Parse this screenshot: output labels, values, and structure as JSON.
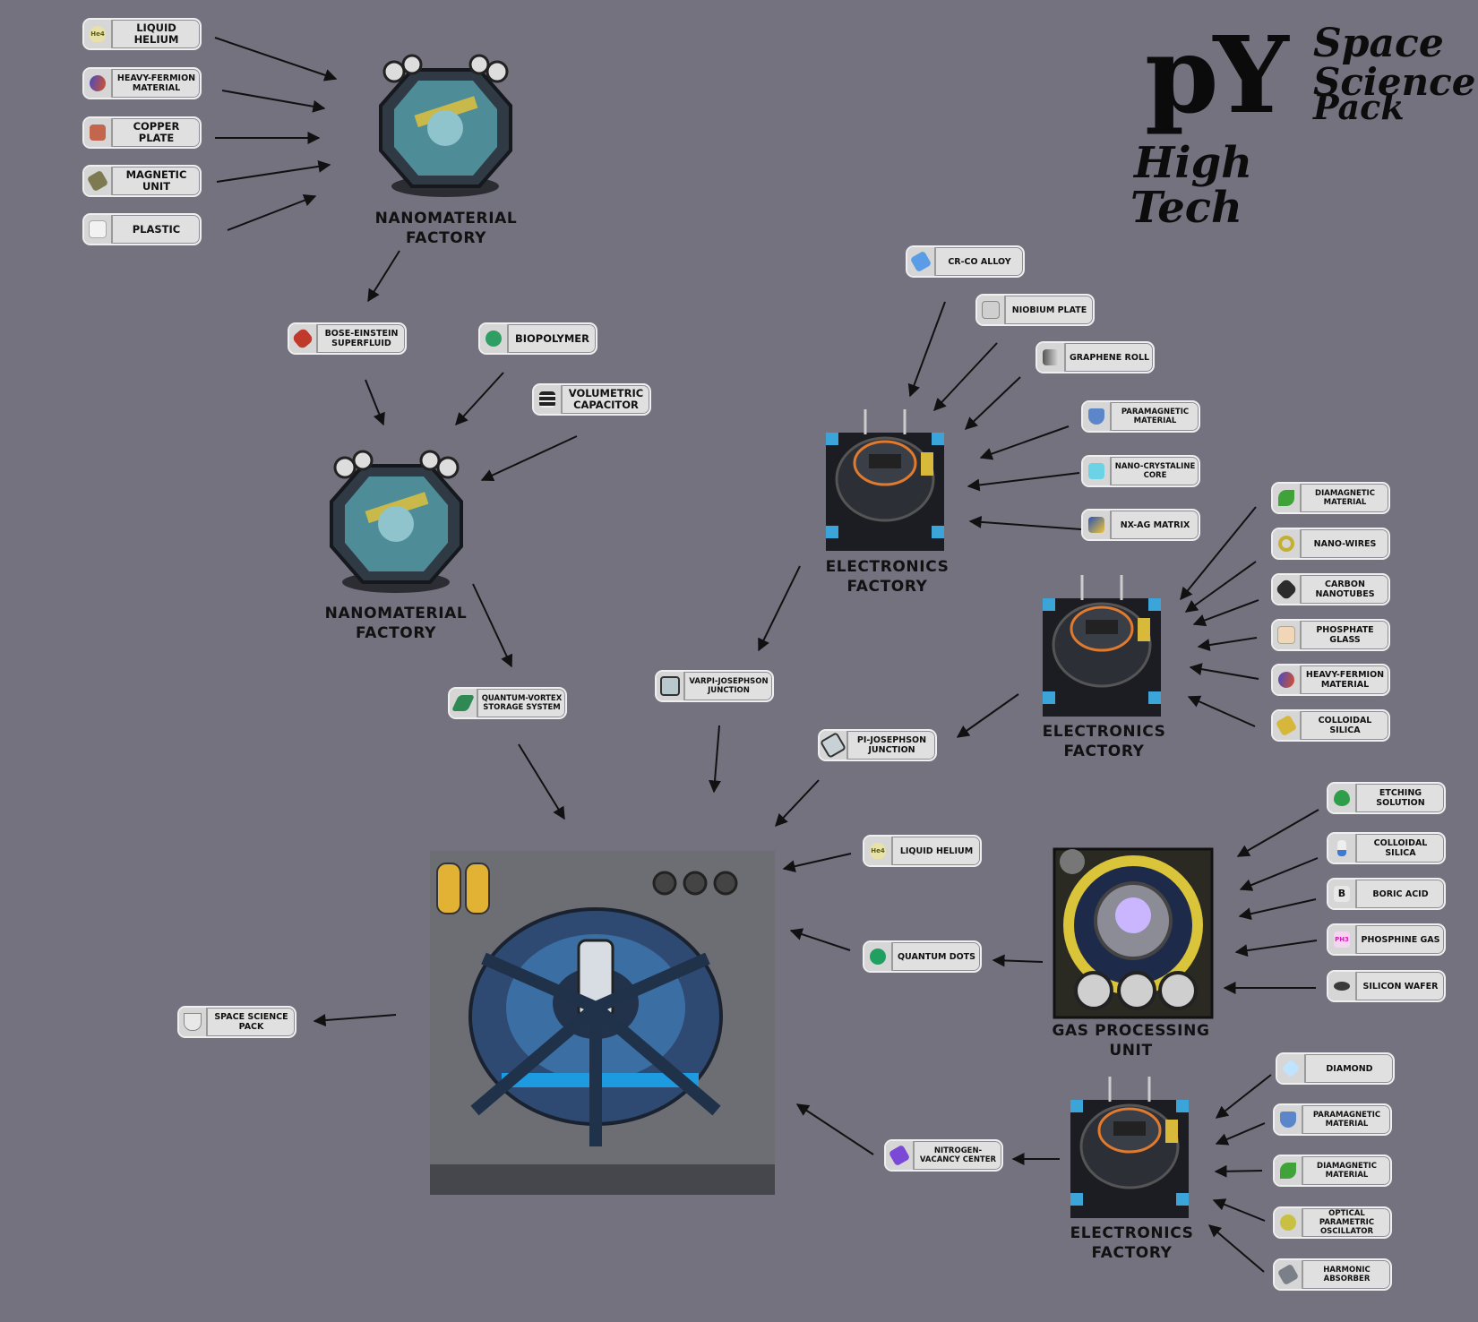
{
  "title": {
    "logo": "pY",
    "line1": "High",
    "line2": "Tech",
    "pack1": "Space",
    "pack2": "Science",
    "pack3": "Pack"
  },
  "machines": {
    "nano1": "Nanomaterial\nFactory",
    "nano2": "Nanomaterial\nFactory",
    "elec1": "Electronics\nFactory",
    "elec2": "Electronics\nFactory",
    "elec3": "Electronics\nFactory",
    "gas": "Gas Processing Unit"
  },
  "items": {
    "liquid_helium_1": "Liquid Helium",
    "heavy_fermion_1": "Heavy-Fermion Material",
    "copper_plate": "Copper Plate",
    "magnetic_unit": "Magnetic Unit",
    "plastic": "Plastic",
    "bose_einstein": "Bose-Einstein Superfluid",
    "biopolymer": "Biopolymer",
    "volumetric_capacitor": "Volumetric Capacitor",
    "quantum_vortex": "Quantum-Vortex Storage System",
    "varpi_josephson": "Varpi-Josephson Junction",
    "pi_josephson": "Pi-Josephson Junction",
    "cr_co_alloy": "Cr-Co Alloy",
    "niobium_plate": "Niobium Plate",
    "graphene_roll": "Graphene Roll",
    "paramagnetic_1": "Paramagnetic Material",
    "nano_crystaline": "Nano-Crystaline Core",
    "nx_ag_matrix": "Nx-Ag Matrix",
    "diamagnetic_1": "Diamagnetic Material",
    "nano_wires": "Nano-Wires",
    "carbon_nanotubes": "Carbon Nanotubes",
    "phosphate_glass": "Phosphate Glass",
    "heavy_fermion_2": "Heavy-Fermion Material",
    "colloidal_silica_1": "Colloidal Silica",
    "etching_solution": "Etching Solution",
    "colloidal_silica_2": "Colloidal Silica",
    "boric_acid": "Boric Acid",
    "phosphine_gas": "Phosphine Gas",
    "silicon_wafer": "Silicon Wafer",
    "liquid_helium_2": "Liquid Helium",
    "quantum_dots": "Quantum Dots",
    "space_science_pack": "Space Science Pack",
    "nitrogen_vacancy": "Nitrogen-Vacancy Center",
    "diamond": "Diamond",
    "paramagnetic_2": "Paramagnetic Material",
    "diamagnetic_2": "Diamagnetic Material",
    "optical_parametric": "Optical Parametric Oscillator",
    "harmonic_absorber": "Harmonic Absorber"
  },
  "icon_texts": {
    "he4_1": "He4",
    "he4_2": "He4",
    "boron": "B",
    "ph3": "PH3"
  },
  "colors": {
    "background": "#74727f",
    "item_box": "#e0e0e0",
    "arrow": "#111111",
    "machine_blue": "#3b6ea3",
    "factory_dark": "#1b1d22"
  }
}
